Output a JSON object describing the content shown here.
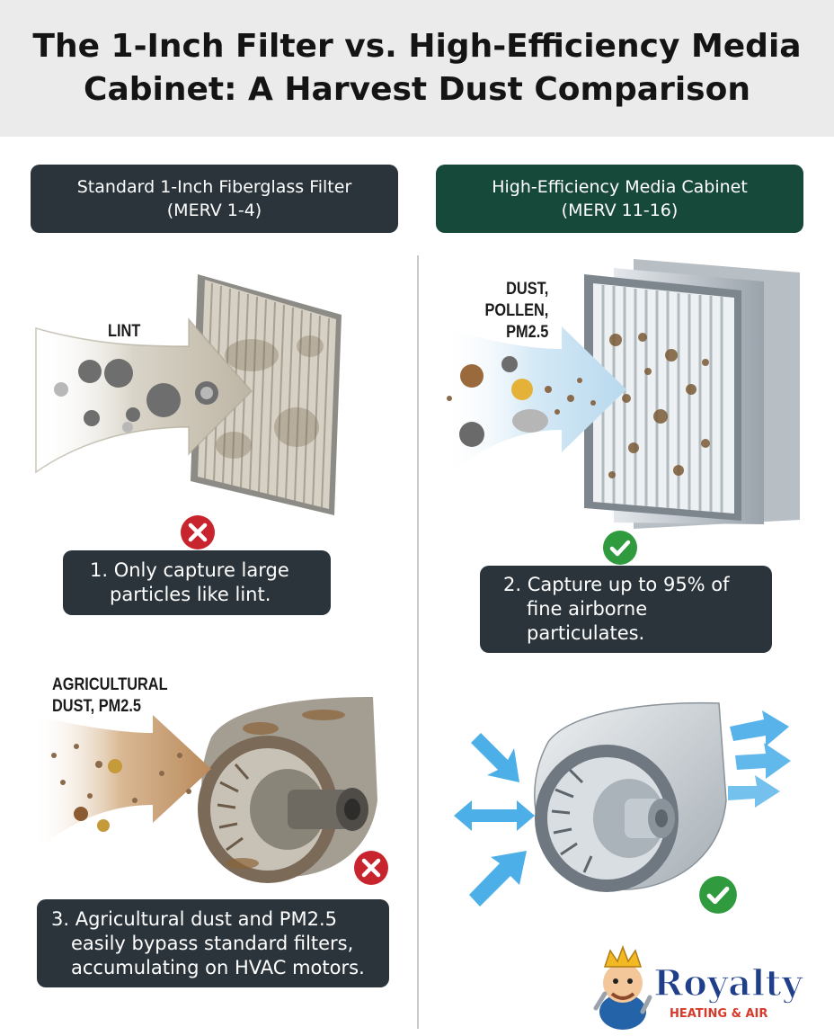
{
  "title": {
    "line1": "The 1-Inch Filter vs. High-Efficiency Media",
    "line2": "Cabinet: A Harvest Dust Comparison"
  },
  "left_column": {
    "header_line1": "Standard 1-Inch Fiberglass Filter",
    "header_line2": "(MERV 1-4)",
    "filter_label": "LINT",
    "status_1": "fail",
    "caption_1": {
      "line1": "1. Only capture large",
      "line2": "particles like lint."
    },
    "motor_label": {
      "line1": "AGRICULTURAL",
      "line2": "DUST, PM2.5"
    },
    "status_3": "fail",
    "caption_3": {
      "line1": "3. Agricultural dust and PM2.5",
      "line2": "easily bypass standard filters,",
      "line3": "accumulating on HVAC motors."
    }
  },
  "right_column": {
    "header_line1": "High-Efficiency Media Cabinet",
    "header_line2": "(MERV 11-16)",
    "filter_label": {
      "line1": "DUST,",
      "line2": "POLLEN,",
      "line3": "PM2.5"
    },
    "status_2": "pass",
    "caption_2": {
      "line1": "2. Capture up to 95% of",
      "line2": "fine airborne",
      "line3": "particulates."
    },
    "status_4": "pass"
  },
  "logo": {
    "brand": "Royalty",
    "sub": "HEATING & AIR"
  },
  "colors": {
    "header_bg": "#ebebeb",
    "pill_dark": "#2b343b",
    "pill_green": "#17493a",
    "fail_red": "#c8242d",
    "pass_green": "#2f9a3e",
    "airflow_blue": "#3aa6e6"
  }
}
